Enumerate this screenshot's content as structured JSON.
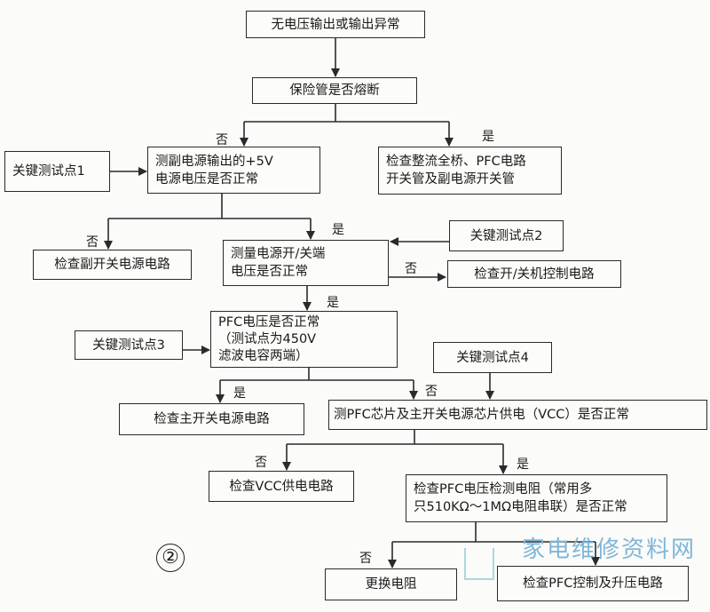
{
  "nodes": {
    "start": "无电压输出或输出异常",
    "fuse": "保险管是否熔断",
    "tp1": "关键测试点1",
    "sub5v": [
      "测副电源输出的+5V",
      "电源电压是否正常"
    ],
    "check_bridge": [
      "检查整流全桥、PFC电路",
      "开关管及副电源开关管"
    ],
    "tp2": "关键测试点2",
    "onoff": [
      "测量电源开/关端",
      "电压是否正常"
    ],
    "check_sub": "检查副开关电源电路",
    "check_onoff": "检查开/关机控制电路",
    "pfc": [
      "PFC电压是否正常",
      "（测试点为450V",
      "滤波电容两端）"
    ],
    "tp3": "关键测试点3",
    "tp4": "关键测试点4",
    "check_main": "检查主开关电源电路",
    "vcc": "测PFC芯片及主开关电源芯片供电（VCC）是否正常",
    "check_vcc": "检查VCC供电电路",
    "check_res": [
      "检查PFC电压检测电阻（常用多",
      "只510KΩ～1MΩ电阻串联）是否正常"
    ],
    "replace_res": "更换电阻",
    "check_pfc_ctrl": "检查PFC控制及升压电路"
  },
  "labels": {
    "yes": "是",
    "no": "否"
  },
  "figure_number": "②",
  "watermark": "家电维修资料网",
  "colors": {
    "line": "#2a2a2a",
    "watermark": "#7fb6d8"
  }
}
